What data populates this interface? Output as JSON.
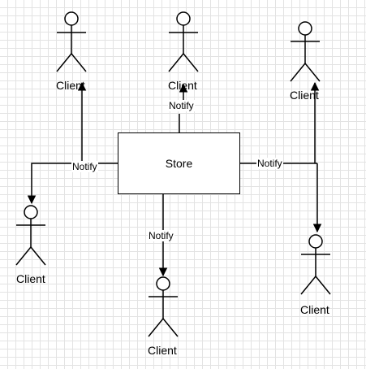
{
  "diagram": {
    "store_label": "Store",
    "edge_label": "Notify",
    "client_label": "Client",
    "clients": [
      {
        "id": "client-top-left",
        "label": "Client"
      },
      {
        "id": "client-top-center",
        "label": "Client"
      },
      {
        "id": "client-top-right",
        "label": "Client"
      },
      {
        "id": "client-left",
        "label": "Client"
      },
      {
        "id": "client-bottom-center",
        "label": "Client"
      },
      {
        "id": "client-bottom-right",
        "label": "Client"
      }
    ],
    "edges": [
      {
        "id": "edge-top-center",
        "label": "Notify"
      },
      {
        "id": "edge-left",
        "label": "Notify"
      },
      {
        "id": "edge-right",
        "label": "Notify"
      },
      {
        "id": "edge-bottom",
        "label": "Notify"
      }
    ]
  }
}
